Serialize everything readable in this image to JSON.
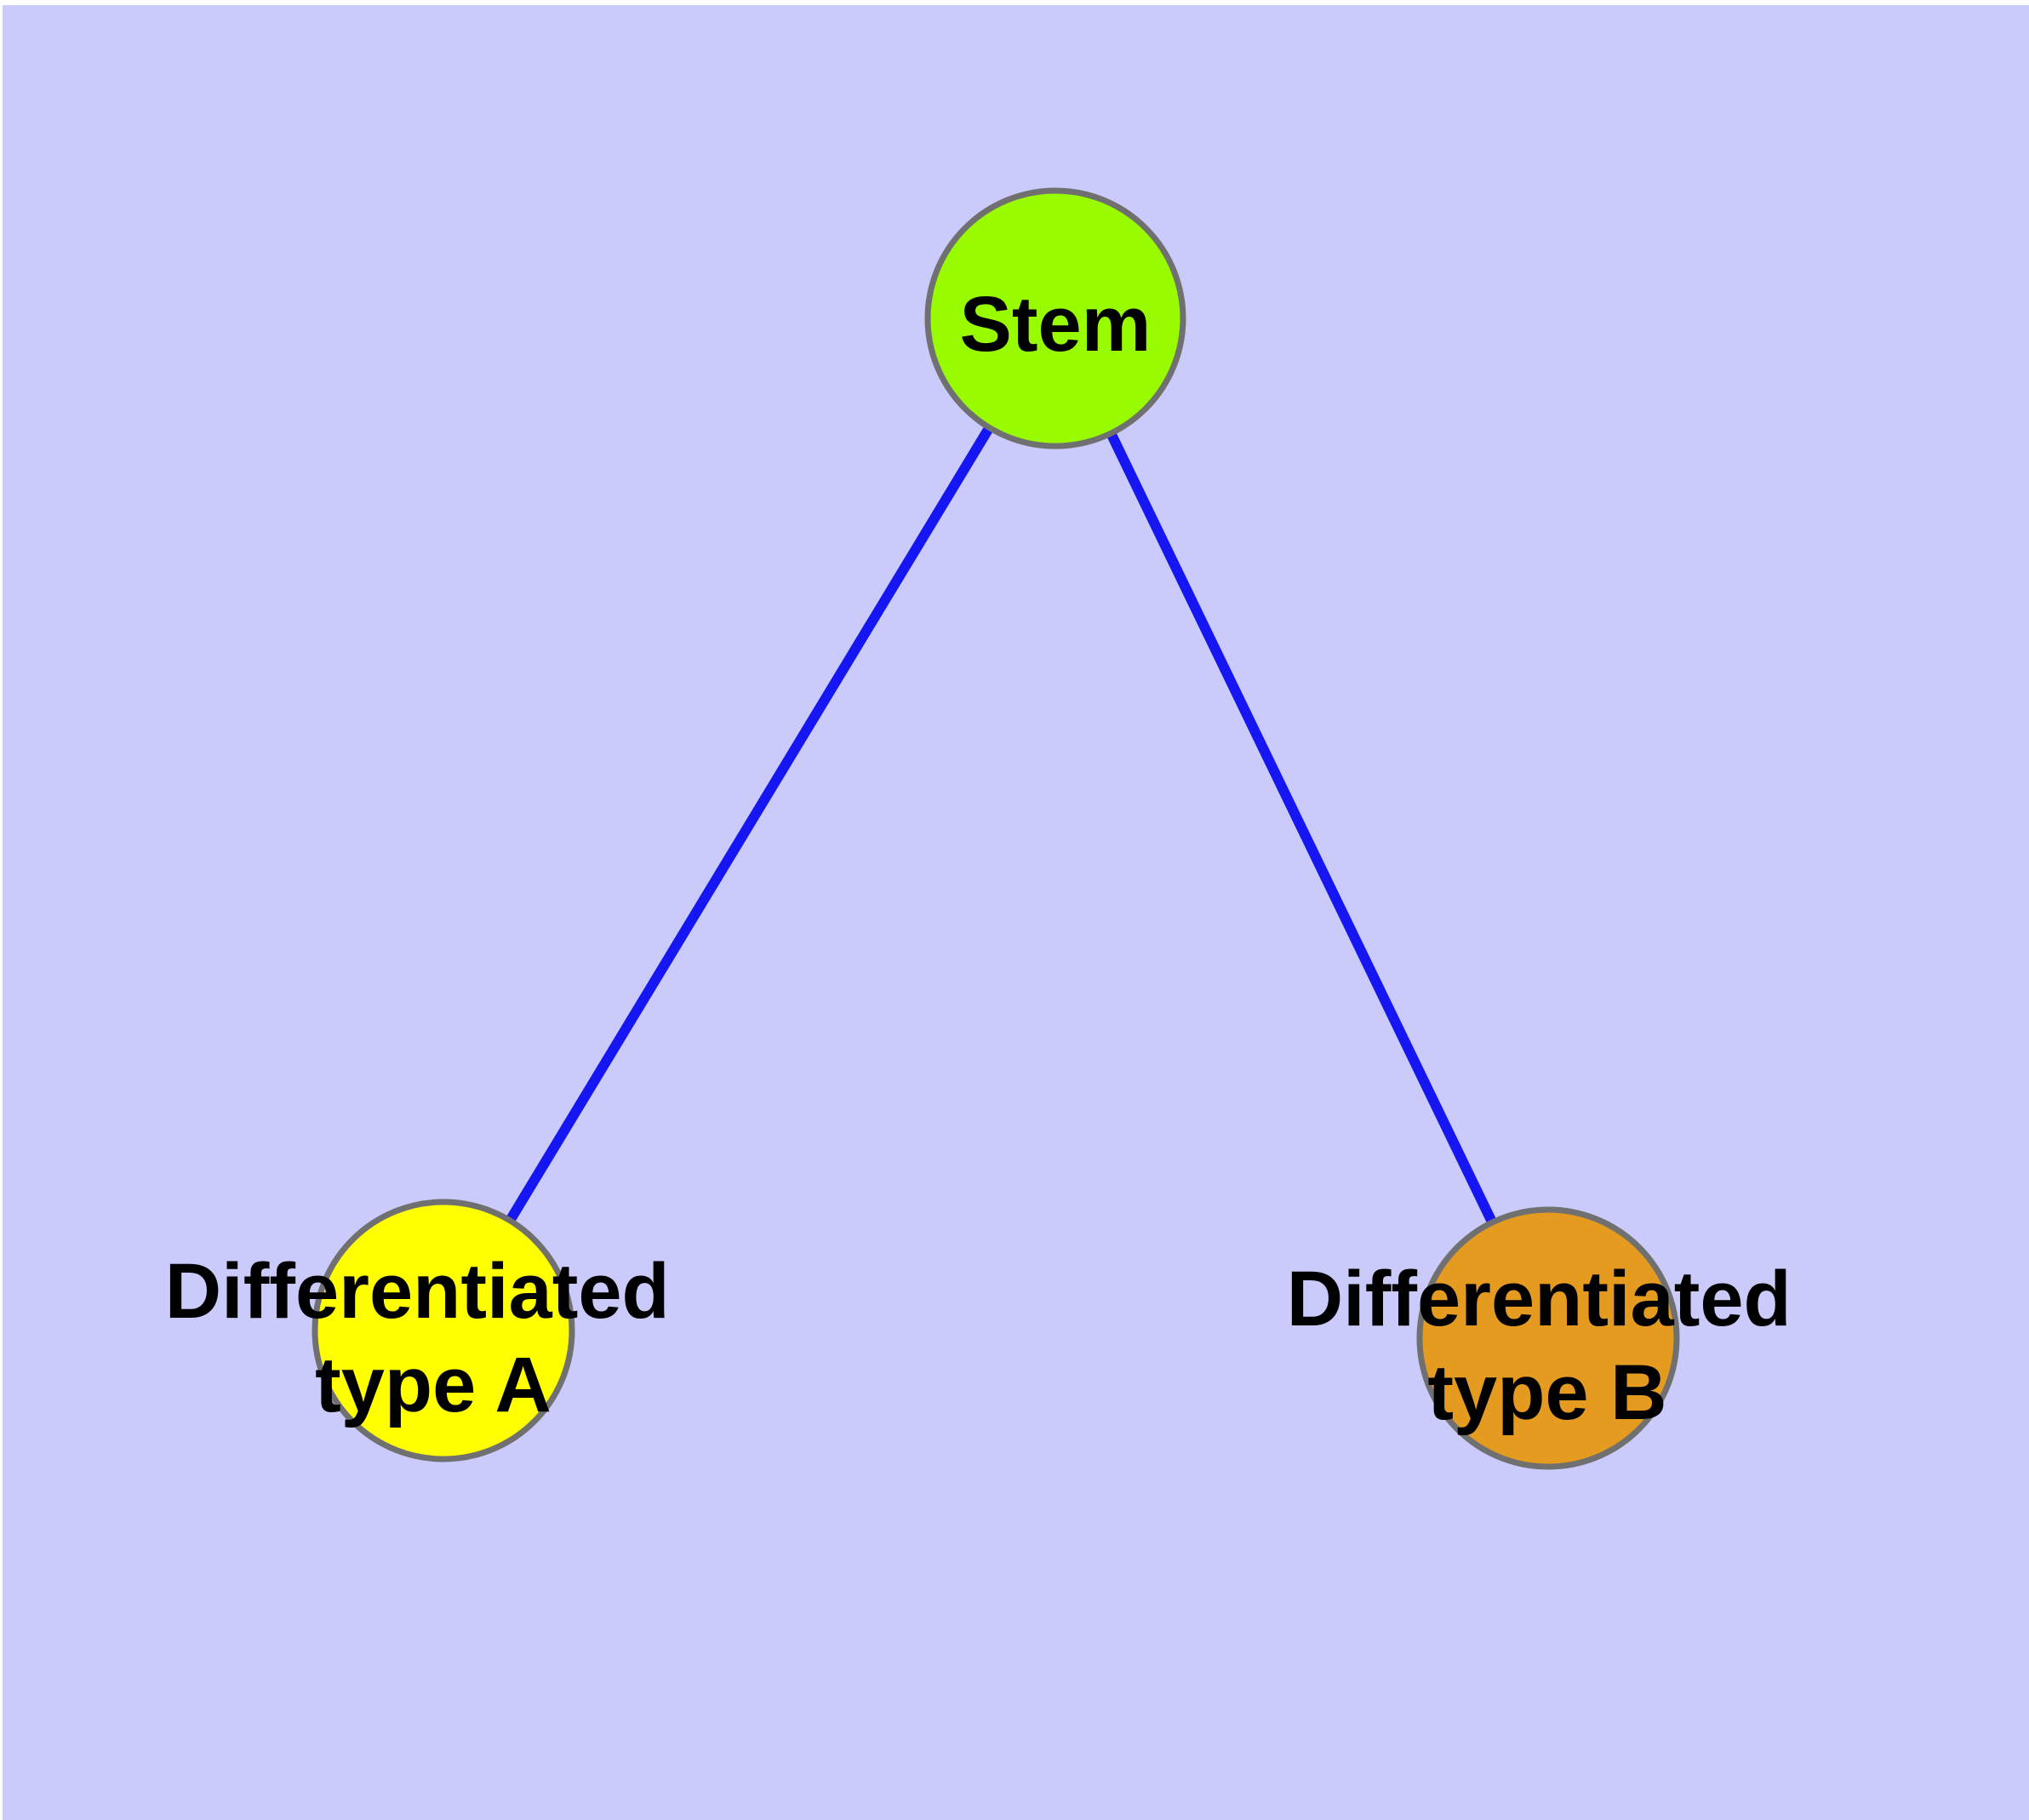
{
  "diagram": {
    "background_color": "#CACAFB",
    "frame_color": "#FFFFFF",
    "edge_color": "#1616F2",
    "node_border_color": "#707070",
    "text_color": "#000000",
    "nodes": [
      {
        "id": "stem",
        "label": "Stem",
        "line1": "Stem",
        "line2": "",
        "fill": "#99FB00"
      },
      {
        "id": "differentiated-type-a",
        "label": "Differentiated type A",
        "line1": "Differentiated",
        "line2": "type A",
        "fill": "#FFFF00"
      },
      {
        "id": "differentiated-type-b",
        "label": "Differentiated type B",
        "line1": "Differentiated",
        "line2": "type B",
        "fill": "#E49B20"
      }
    ],
    "edges": [
      {
        "from": "Stem",
        "to": "Differentiated type A"
      },
      {
        "from": "Stem",
        "to": "Differentiated type B"
      }
    ]
  }
}
